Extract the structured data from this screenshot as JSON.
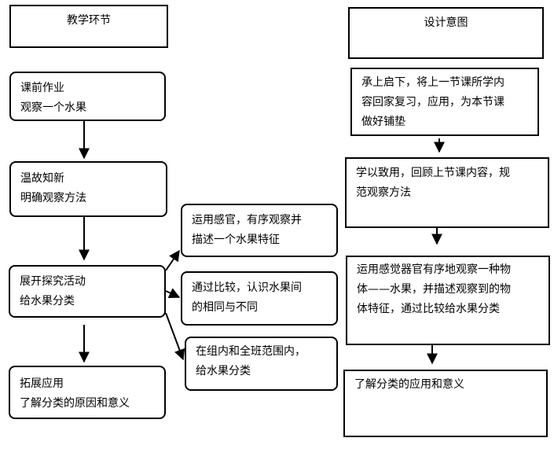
{
  "headers": {
    "left": "教学环节",
    "right": "设计意图"
  },
  "teaching_steps": [
    {
      "line1": "课前作业",
      "line2": "观察一个水果"
    },
    {
      "line1": "温故知新",
      "line2": "明确观察方法"
    },
    {
      "line1": "展开探究活动",
      "line2": "给水果分类"
    },
    {
      "line1": "拓展应用",
      "line2": "了解分类的原因和意义"
    }
  ],
  "sub_activities": [
    {
      "line1": "运用感官，有序观察并",
      "line2": "描述一个水果特征"
    },
    {
      "line1": "通过比较，认识水果间",
      "line2": "的相同与不同"
    },
    {
      "line1": "在组内和全班范围内，",
      "line2": "给水果分类"
    }
  ],
  "design_intents": [
    {
      "lines": [
        "承上启下，将上一节课所学内",
        "容回家复习，应用，为本节课",
        "做好铺垫"
      ]
    },
    {
      "lines": [
        "学以致用，回顾上节课内容，规",
        "范观察方法"
      ]
    },
    {
      "lines": [
        "运用感觉器官有序地观察一种物",
        "体——水果，并描述观察到的物",
        "体特征，通过比较给水果分类"
      ]
    },
    {
      "lines": [
        "了解分类的应用和意义"
      ]
    }
  ]
}
